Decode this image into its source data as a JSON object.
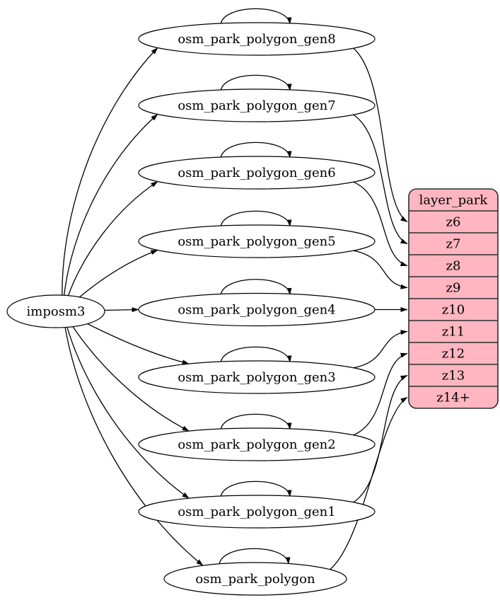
{
  "diagram": {
    "background_color": "#ffffff",
    "node_fill": "#ffffff",
    "node_stroke": "#000000",
    "edge_color": "#000000",
    "source_node": {
      "label": "imposm3"
    },
    "generators": [
      {
        "label": "osm_park_polygon_gen8",
        "target": "z6"
      },
      {
        "label": "osm_park_polygon_gen7",
        "target": "z7"
      },
      {
        "label": "osm_park_polygon_gen6",
        "target": "z8"
      },
      {
        "label": "osm_park_polygon_gen5",
        "target": "z9"
      },
      {
        "label": "osm_park_polygon_gen4",
        "target": "z10"
      },
      {
        "label": "osm_park_polygon_gen3",
        "target": "z11"
      },
      {
        "label": "osm_park_polygon_gen2",
        "target": "z12"
      },
      {
        "label": "osm_park_polygon_gen1",
        "target": "z13"
      },
      {
        "label": "osm_park_polygon",
        "target": "z14+"
      }
    ],
    "layer_table": {
      "title": "layer_park",
      "rows": [
        "z6",
        "z7",
        "z8",
        "z9",
        "z10",
        "z11",
        "z12",
        "z13",
        "z14+"
      ],
      "fill": "#ffb6c1",
      "stroke": "#2d2d2d"
    }
  }
}
